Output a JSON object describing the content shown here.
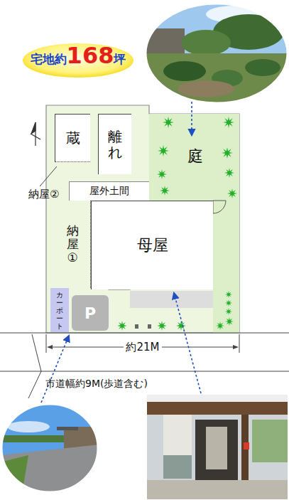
{
  "diagram": {
    "nodes": [
      {
        "text": [
          "蔵"
        ]
      },
      {
        "text": [
          "離れ"
        ]
      },
      {
        "text": [
          "庭"
        ]
      },
      {
        "text": [
          "屋外土間"
        ]
      },
      {
        "text": [
          "納屋①"
        ]
      },
      {
        "text": [
          "母屋"
        ]
      },
      {
        "text": [
          "P"
        ]
      },
      {
        "text": [
          "カーポート"
        ]
      }
    ],
    "labels": [
      "宅地約",
      "168",
      "坪",
      "納屋②",
      "約21M",
      "市道幅約9M(歩道含む)"
    ]
  }
}
